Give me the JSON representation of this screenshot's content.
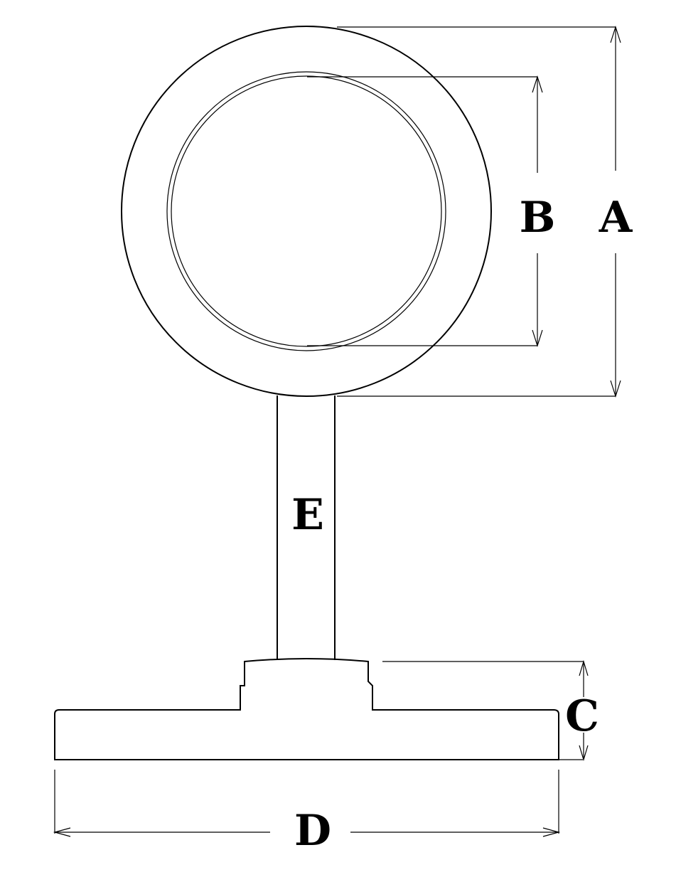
{
  "diagram": {
    "labels": {
      "A": "A",
      "B": "B",
      "C": "C",
      "D": "D",
      "E": "E"
    }
  }
}
